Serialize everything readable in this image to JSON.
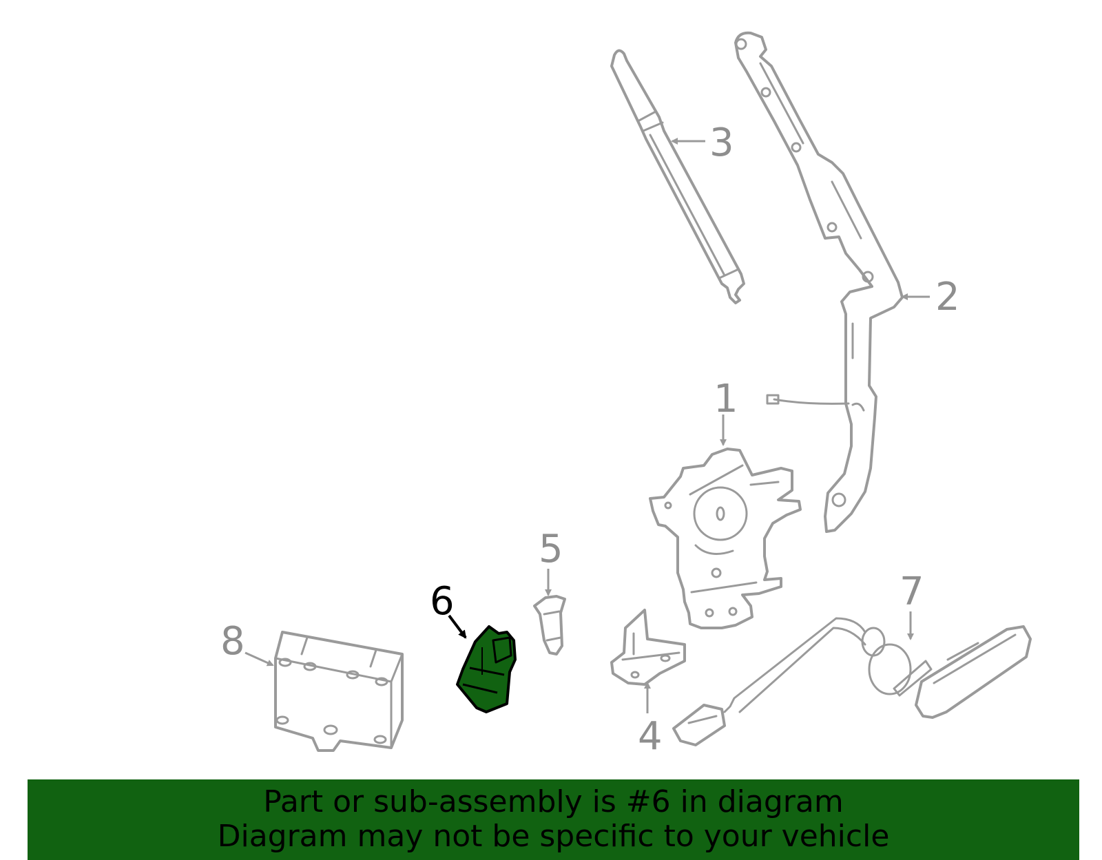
{
  "diagram": {
    "highlighted_part": "6",
    "highlight_color": "#116211",
    "part_stroke_color": "#9a9a9a",
    "callouts": [
      {
        "id": "1",
        "label": "1"
      },
      {
        "id": "2",
        "label": "2"
      },
      {
        "id": "3",
        "label": "3"
      },
      {
        "id": "4",
        "label": "4"
      },
      {
        "id": "5",
        "label": "5"
      },
      {
        "id": "6",
        "label": "6"
      },
      {
        "id": "7",
        "label": "7"
      },
      {
        "id": "8",
        "label": "8"
      }
    ]
  },
  "banner": {
    "background": "#116211",
    "line1": "Part or sub-assembly is #6 in diagram",
    "line2": "Diagram may not be specific to your vehicle"
  }
}
